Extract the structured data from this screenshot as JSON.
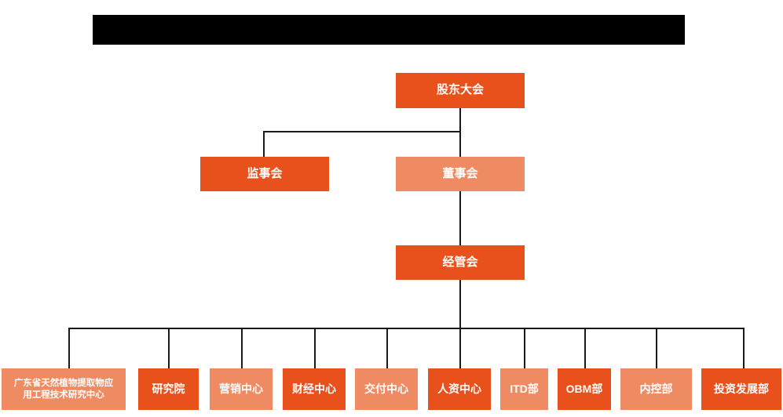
{
  "title_bar": {
    "name": "redacted-title-bar",
    "text": ""
  },
  "colors": {
    "dark_orange": "#E8511C",
    "light_orange": "#EE8B63",
    "line": "#1a1a1a",
    "background": "#FFFFFF",
    "title_bar": "#000000",
    "text": "#FFFFFF"
  },
  "chart_data": {
    "type": "diagram",
    "diagram_type": "organization-chart",
    "title": "",
    "orientation": "top-down",
    "levels": 4,
    "nodes": [
      {
        "id": "n1",
        "label": "股东大会",
        "level": 1,
        "style": "dark",
        "parent": null
      },
      {
        "id": "n2",
        "label": "监事会",
        "level": 2,
        "style": "dark",
        "parent": "n1"
      },
      {
        "id": "n3",
        "label": "董事会",
        "level": 2,
        "style": "light",
        "parent": "n1"
      },
      {
        "id": "n4",
        "label": "经管会",
        "level": 3,
        "style": "dark",
        "parent": "n3"
      },
      {
        "id": "n5",
        "label": "广东省天然植物提取物应用工程技术研究中心",
        "level": 4,
        "style": "light",
        "parent": "n4"
      },
      {
        "id": "n6",
        "label": "研究院",
        "level": 4,
        "style": "dark",
        "parent": "n4"
      },
      {
        "id": "n7",
        "label": "营销中心",
        "level": 4,
        "style": "light",
        "parent": "n4"
      },
      {
        "id": "n8",
        "label": "财经中心",
        "level": 4,
        "style": "dark",
        "parent": "n4"
      },
      {
        "id": "n9",
        "label": "交付中心",
        "level": 4,
        "style": "light",
        "parent": "n4"
      },
      {
        "id": "n10",
        "label": "人资中心",
        "level": 4,
        "style": "dark",
        "parent": "n4"
      },
      {
        "id": "n11",
        "label": "ITD部",
        "level": 4,
        "style": "light",
        "parent": "n4"
      },
      {
        "id": "n12",
        "label": "OBM部",
        "level": 4,
        "style": "dark",
        "parent": "n4"
      },
      {
        "id": "n13",
        "label": "内控部",
        "level": 4,
        "style": "light",
        "parent": "n4"
      },
      {
        "id": "n14",
        "label": "投资发展部",
        "level": 4,
        "style": "dark",
        "parent": "n4"
      }
    ]
  },
  "nodes": {
    "shareholders_meeting": "股东大会",
    "board_of_supervisors": "监事会",
    "board_of_directors": "董事会",
    "management_committee": "经管会",
    "research_center_long": "广东省天然植物提取物应用工程技术研究中心",
    "research_center_line1": "广东省天然植物提取物应",
    "research_center_line2": "用工程技术研究中心",
    "research_institute": "研究院",
    "marketing_center": "营销中心",
    "finance_center": "财经中心",
    "delivery_center": "交付中心",
    "hr_center": "人资中心",
    "itd_department": "ITD部",
    "obm_department": "OBM部",
    "internal_control_department": "内控部",
    "investment_development_department": "投资发展部"
  }
}
